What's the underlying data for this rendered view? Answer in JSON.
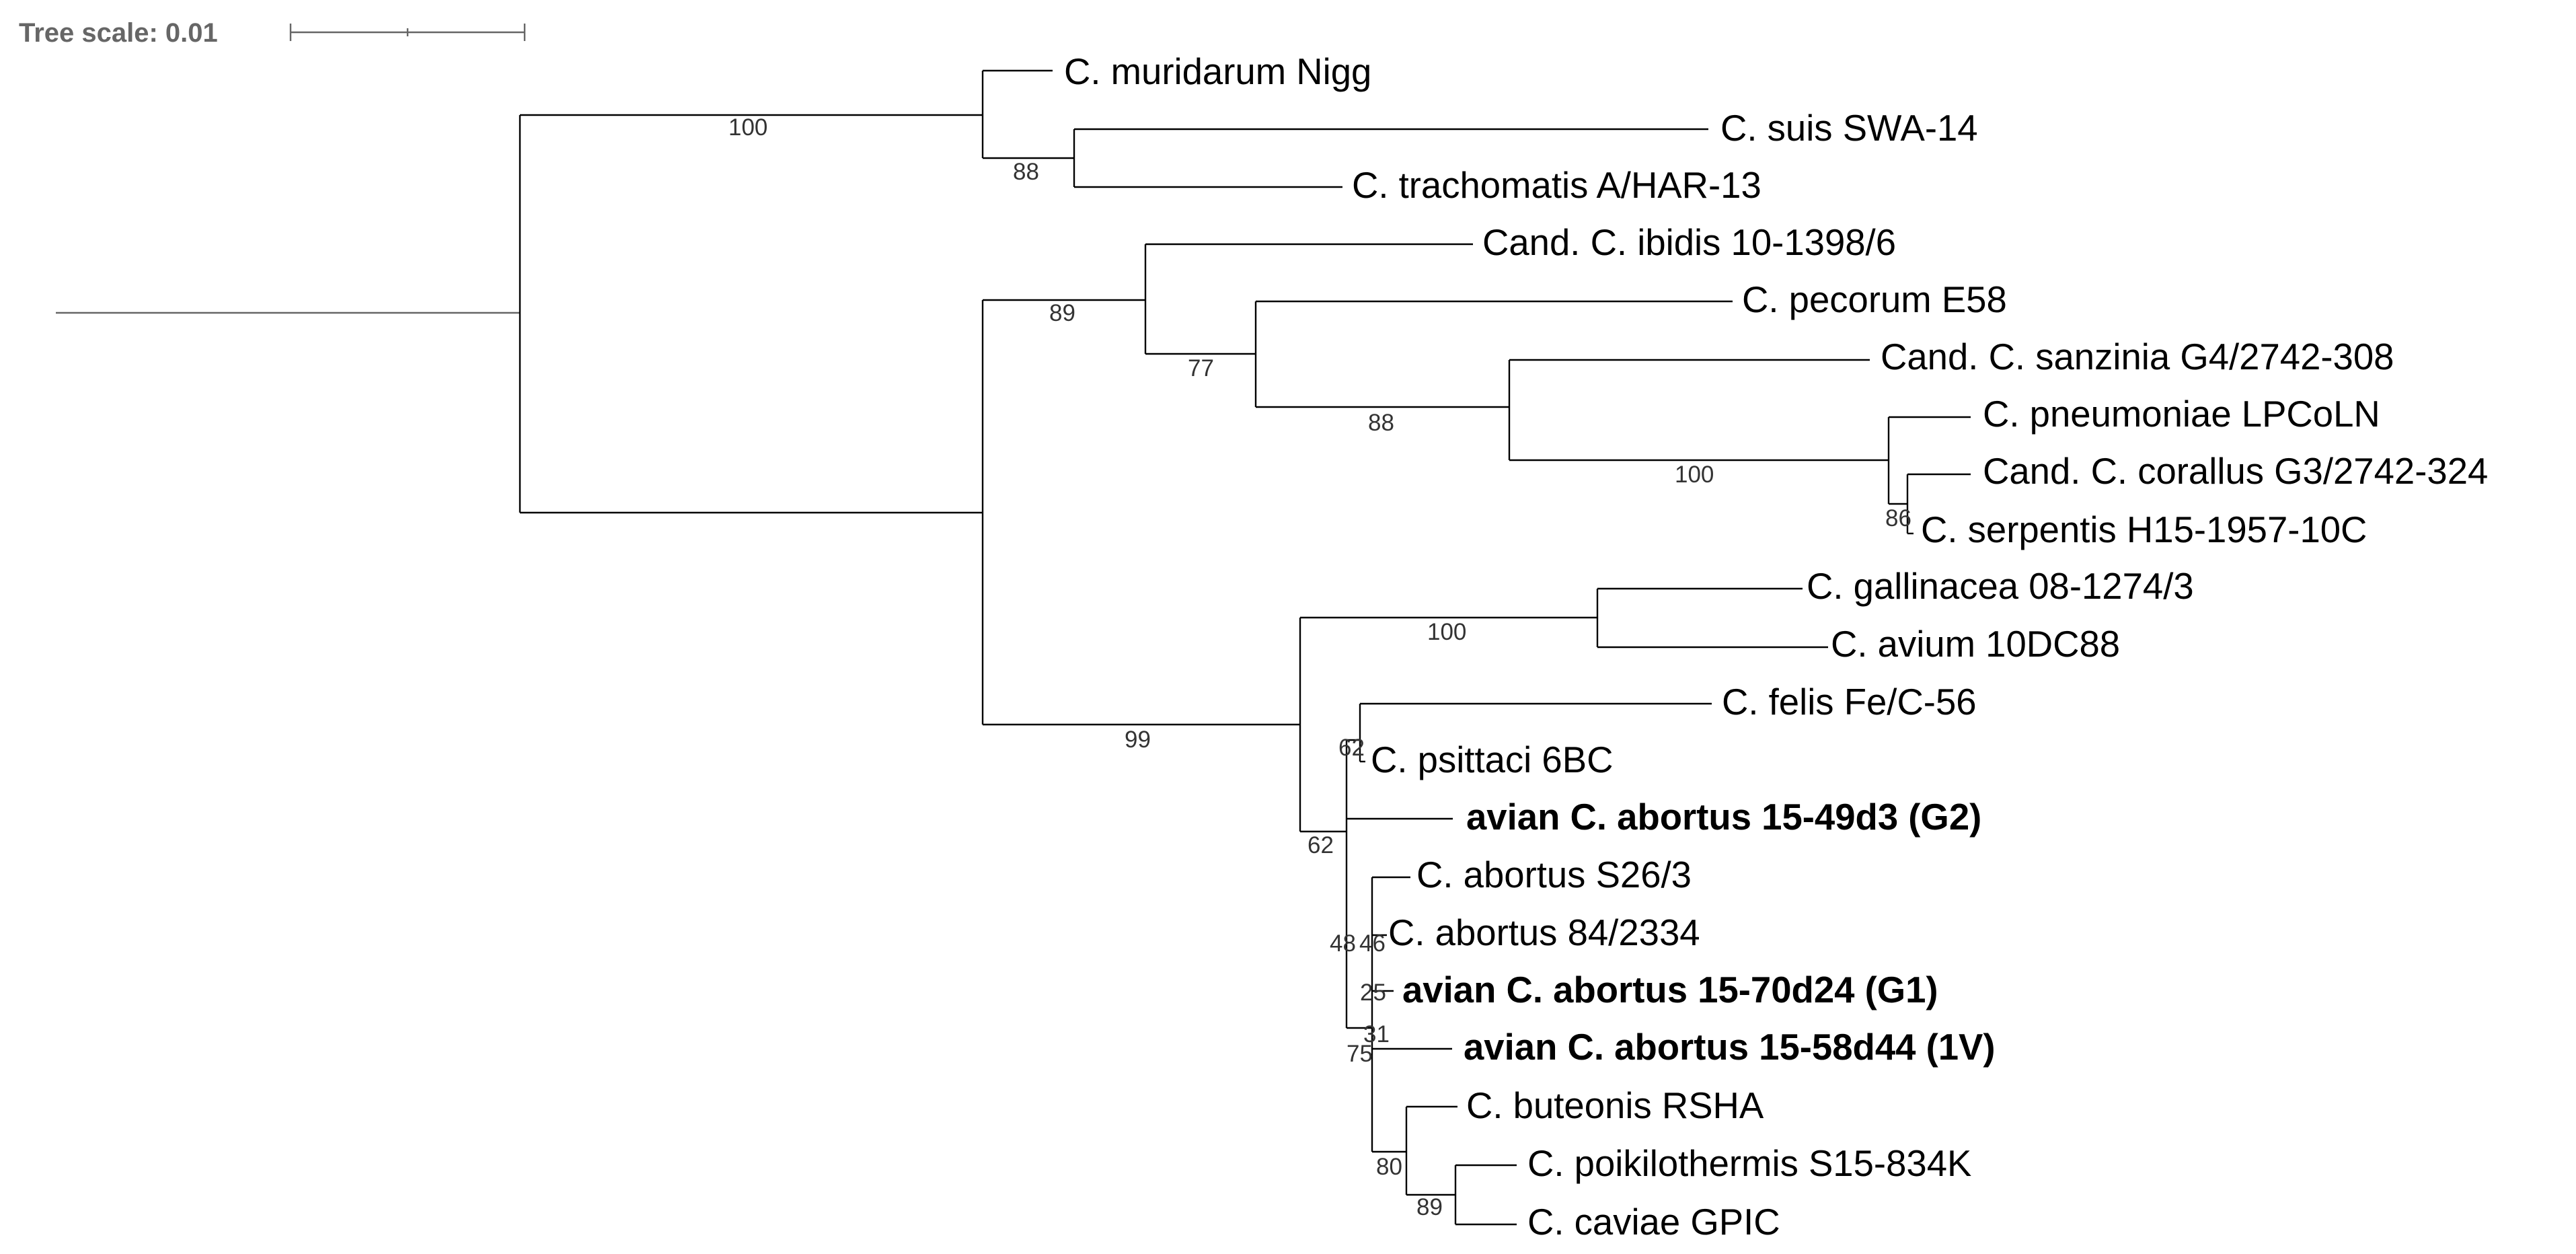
{
  "tree_scale": {
    "label": "Tree scale: 0.01"
  },
  "taxa": [
    {
      "id": "t1",
      "label": "C. muridarum Nigg",
      "bold": false
    },
    {
      "id": "t2",
      "label": "C. suis SWA-14",
      "bold": false
    },
    {
      "id": "t3",
      "label": "C. trachomatis A/HAR-13",
      "bold": false
    },
    {
      "id": "t4",
      "label": "Cand. C. ibidis 10-1398/6",
      "bold": false
    },
    {
      "id": "t5",
      "label": "C. pecorum E58",
      "bold": false
    },
    {
      "id": "t6",
      "label": "Cand. C. sanzinia G4/2742-308",
      "bold": false
    },
    {
      "id": "t7",
      "label": "C. pneumoniae LPCoLN",
      "bold": false
    },
    {
      "id": "t8",
      "label": "Cand. C. corallus G3/2742-324",
      "bold": false
    },
    {
      "id": "t9",
      "label": "C. serpentis H15-1957-10C",
      "bold": false
    },
    {
      "id": "t10",
      "label": "C. gallinacea 08-1274/3",
      "bold": false
    },
    {
      "id": "t11",
      "label": "C. avium 10DC88",
      "bold": false
    },
    {
      "id": "t12",
      "label": "C. felis Fe/C-56",
      "bold": false
    },
    {
      "id": "t13",
      "label": "C. psittaci 6BC",
      "bold": false
    },
    {
      "id": "t14",
      "label": "avian C. abortus 15-49d3 (G2)",
      "bold": true
    },
    {
      "id": "t15",
      "label": "C. abortus S26/3",
      "bold": false
    },
    {
      "id": "t16",
      "label": "C. abortus 84/2334",
      "bold": false
    },
    {
      "id": "t17",
      "label": "avian C. abortus 15-70d24 (G1)",
      "bold": true
    },
    {
      "id": "t18",
      "label": "avian C. abortus 15-58d44 (1V)",
      "bold": true
    },
    {
      "id": "t19",
      "label": "C. buteonis RSHA",
      "bold": false
    },
    {
      "id": "t20",
      "label": "C. poikilothermis S15-834K",
      "bold": false
    },
    {
      "id": "t21",
      "label": "C. caviae GPIC",
      "bold": false
    }
  ],
  "bootstrap_values": [
    "100",
    "88",
    "89",
    "77",
    "88",
    "100",
    "86",
    "100",
    "99",
    "62",
    "62",
    "48",
    "46",
    "25",
    "31",
    "75",
    "80",
    "89"
  ]
}
